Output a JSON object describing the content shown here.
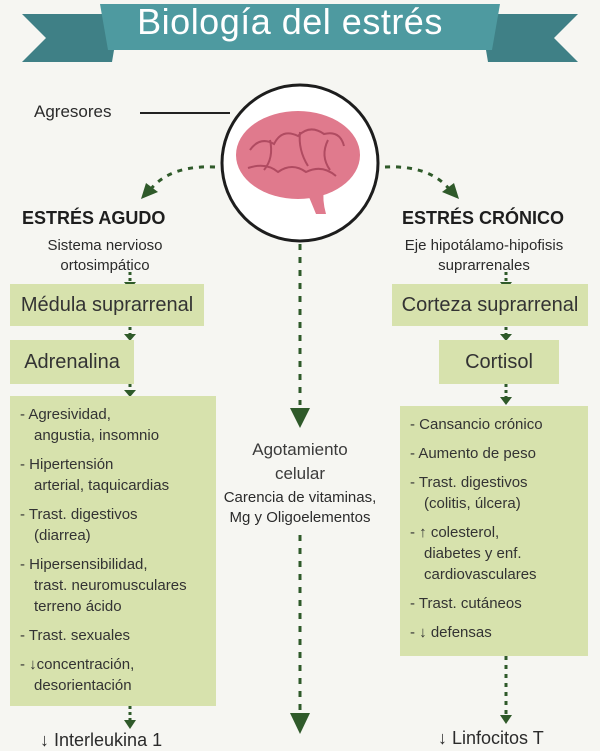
{
  "title": "Biología del estrés",
  "agresores": "Agresores",
  "acute": {
    "heading": "ESTRÉS AGUDO",
    "subtitle": [
      "Sistema nervioso",
      "ortosimpático"
    ],
    "box1": "Médula suprarrenal",
    "box2": "Adrenalina",
    "effects": [
      [
        "- Agresividad,",
        "angustia, insomnio"
      ],
      [
        "- Hipertensión",
        "arterial, taquicardias"
      ],
      [
        "- Trast. digestivos",
        "(diarrea)"
      ],
      [
        "- Hipersensibilidad,",
        "trast. neuromusculares",
        "terreno ácido"
      ],
      [
        "- Trast. sexuales"
      ],
      [
        "- ",
        "concentración,",
        "desorientación"
      ]
    ],
    "bottom": "Interleukina 1"
  },
  "center": {
    "line1": "Agotamiento",
    "line2": "celular",
    "line3": "Carencia de vitaminas,",
    "line4": "Mg y Oligoelementos"
  },
  "chronic": {
    "heading": "ESTRÉS CRÓNICO",
    "subtitle": [
      "Eje hipotálamo-hipofisis",
      "suprarrenales"
    ],
    "box1": "Corteza suprarrenal",
    "box2": "Cortisol",
    "effects": [
      [
        "- Cansancio crónico"
      ],
      [
        "- Aumento de peso"
      ],
      [
        "- Trast. digestivos",
        "(colitis, úlcera)"
      ],
      [
        "- ",
        "colesterol,",
        "diabetes y enf.",
        "cardiovasculares"
      ],
      [
        "- Trast. cutáneos"
      ],
      [
        "- ",
        "defensas"
      ]
    ],
    "bottom": "Linfocitos T"
  },
  "colors": {
    "banner": "#4e9aa0",
    "banner_dark": "#356f74",
    "box": "#d7e2ad",
    "arrow": "#2f5a2a",
    "brain": "#e07a8d",
    "background": "#f6f6f2"
  },
  "icons": [
    "brain-icon",
    "arrow-up-icon",
    "arrow-down-icon"
  ]
}
